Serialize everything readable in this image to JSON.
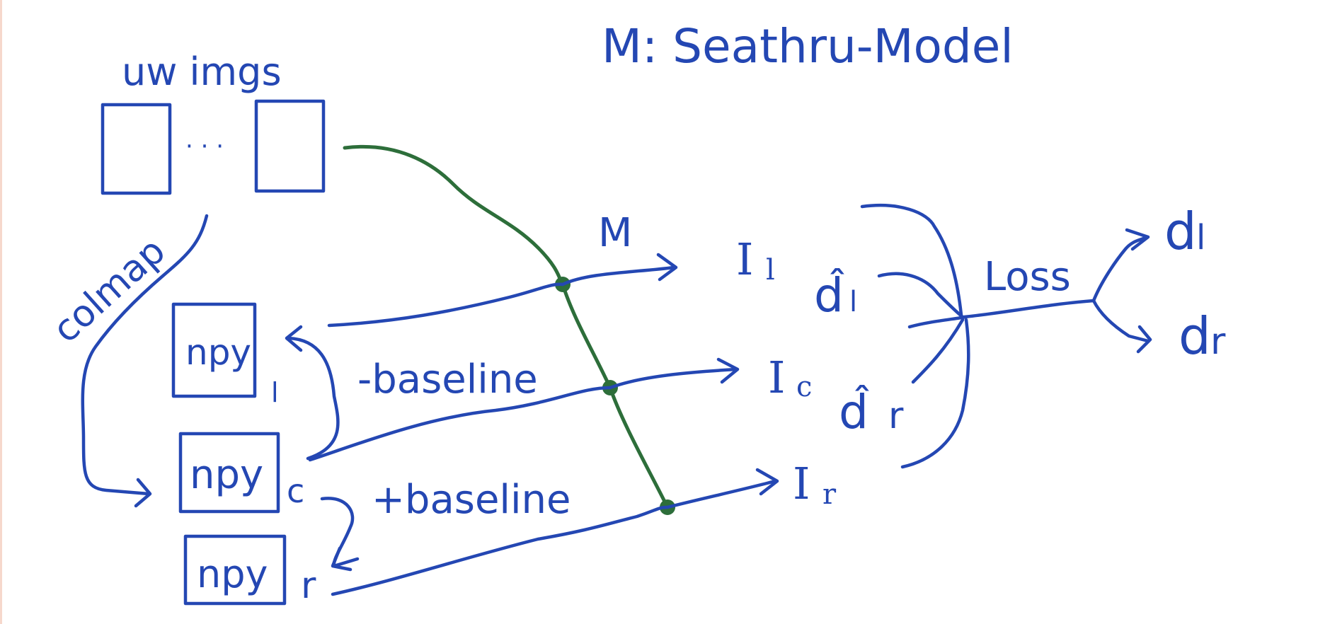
{
  "title": "M: Seathru-Model",
  "inputs": {
    "label": "uw imgs",
    "ellipsis": "· · ·"
  },
  "colmap_label": "colmap",
  "npy_files": [
    {
      "label": "npy",
      "subscript": "l"
    },
    {
      "label": "npy",
      "subscript": "c"
    },
    {
      "label": "npy",
      "subscript": "r"
    }
  ],
  "baseline_labels": {
    "minus": "-baseline",
    "plus": "+baseline"
  },
  "model_label": "M",
  "outputs": [
    {
      "label": "I",
      "subscript": "l"
    },
    {
      "label": "I",
      "subscript": "c"
    },
    {
      "label": "I",
      "subscript": "r"
    }
  ],
  "estimates": [
    {
      "label": "d̂",
      "subscript": "l"
    },
    {
      "label": "d̂",
      "subscript": "r"
    }
  ],
  "loss_label": "Loss",
  "targets": [
    {
      "label": "d",
      "subscript": "l"
    },
    {
      "label": "d",
      "subscript": "r"
    }
  ],
  "colors": {
    "ink_blue": "#2447b3",
    "model_green": "#2d6e3a"
  }
}
